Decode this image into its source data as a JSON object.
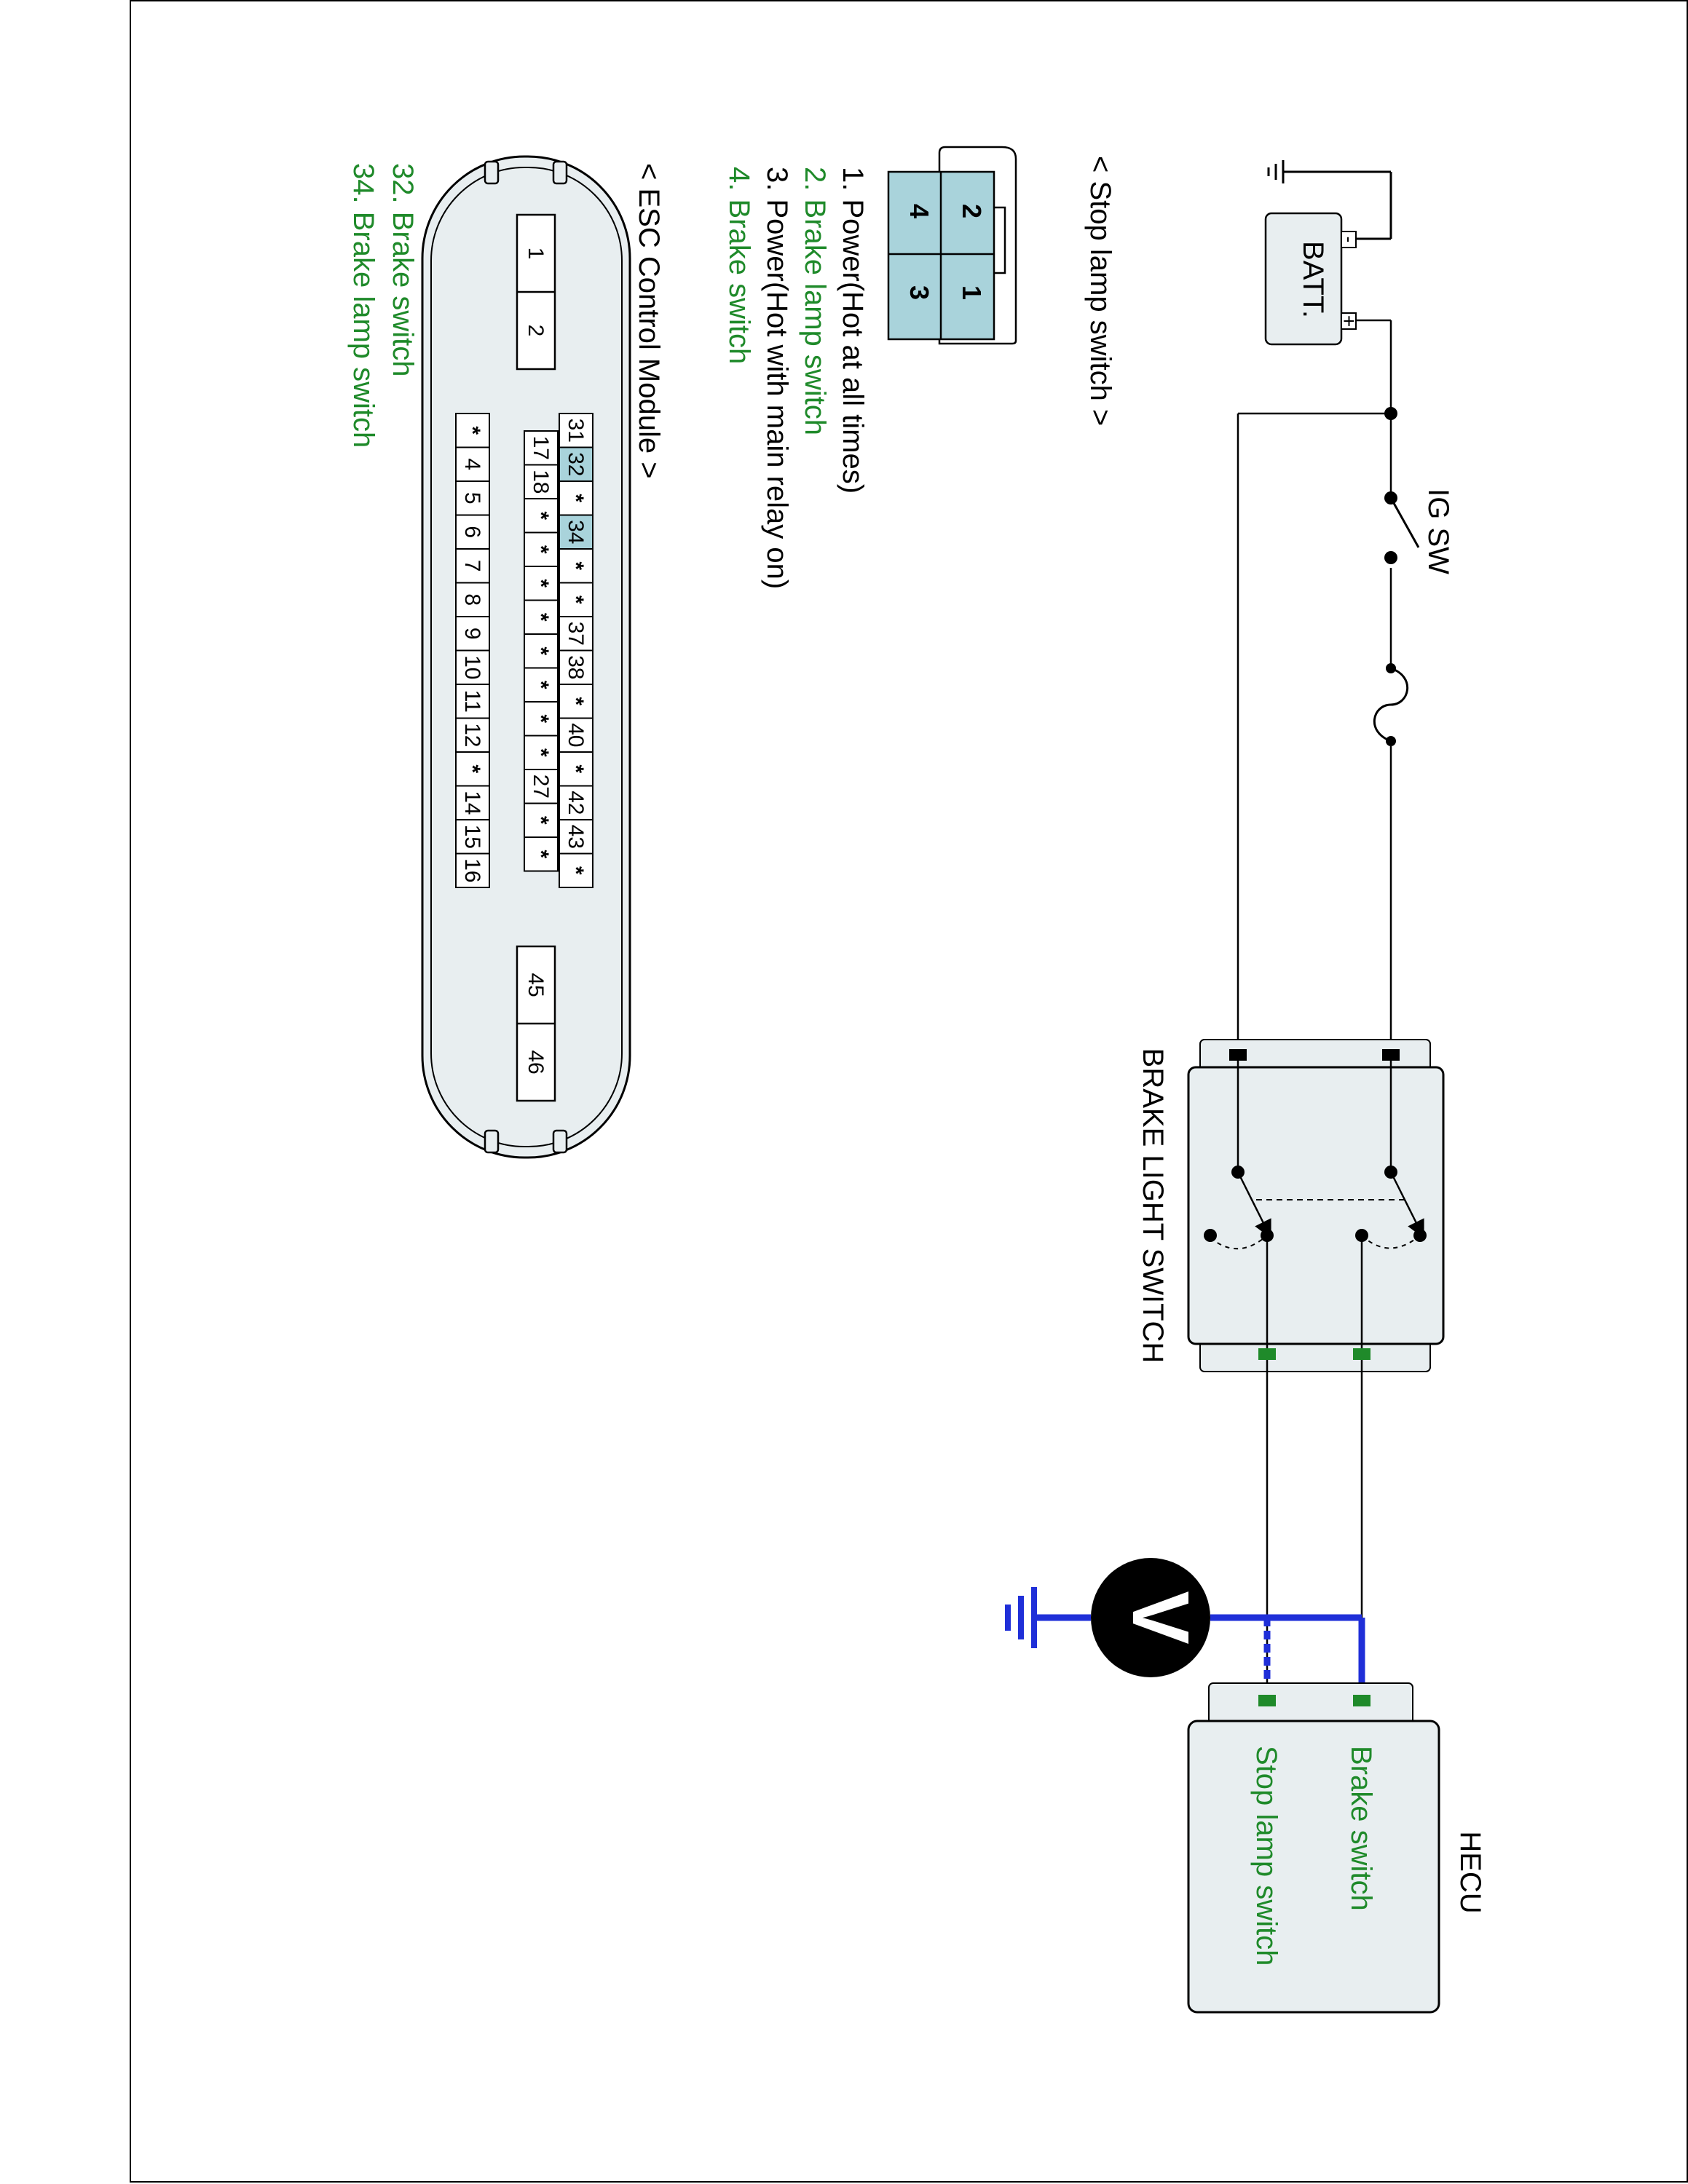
{
  "labels": {
    "batt": "BATT.",
    "ig_sw": "IG SW",
    "brake_light_switch": "BRAKE LIGHT SWITCH",
    "hecu": "HECU",
    "hecu_brake_switch": "Brake switch",
    "hecu_stop_lamp_switch": "Stop lamp switch",
    "voltmeter": "V",
    "batt_plus": "+",
    "batt_minus": "-"
  },
  "stop_lamp_connector": {
    "title": "< Stop lamp switch >",
    "pins": [
      "2",
      "1",
      "4",
      "3"
    ],
    "legend": [
      {
        "text": "1. Power(Hot at all times)",
        "highlight": false
      },
      {
        "text": "2. Brake lamp switch",
        "highlight": true
      },
      {
        "text": "3. Power(Hot with main relay on)",
        "highlight": false
      },
      {
        "text": "4. Brake switch",
        "highlight": true
      }
    ]
  },
  "esc_connector": {
    "title": "< ESC Control Module >",
    "big_pins_left": [
      "1",
      "2"
    ],
    "big_pins_right": [
      "45",
      "46"
    ],
    "row1": [
      "31",
      "32",
      "*",
      "34",
      "*",
      "*",
      "37",
      "38",
      "*",
      "40",
      "*",
      "42",
      "43",
      "*"
    ],
    "row2": [
      "17",
      "18",
      "*",
      "*",
      "*",
      "*",
      "*",
      "*",
      "*",
      "*",
      "27",
      "*",
      "*"
    ],
    "row3": [
      "*",
      "4",
      "5",
      "6",
      "7",
      "8",
      "9",
      "10",
      "11",
      "12",
      "*",
      "14",
      "15",
      "16"
    ],
    "legend": [
      {
        "text": "32. Brake switch",
        "highlight": true
      },
      {
        "text": "34. Brake lamp switch",
        "highlight": true
      }
    ]
  },
  "colors": {
    "green": "#1f8a2a",
    "blue": "#1f2fd8",
    "box_fill": "#e8eef0",
    "connector_fill": "#a9d3db",
    "highlight_pin": "#a9d3db"
  }
}
